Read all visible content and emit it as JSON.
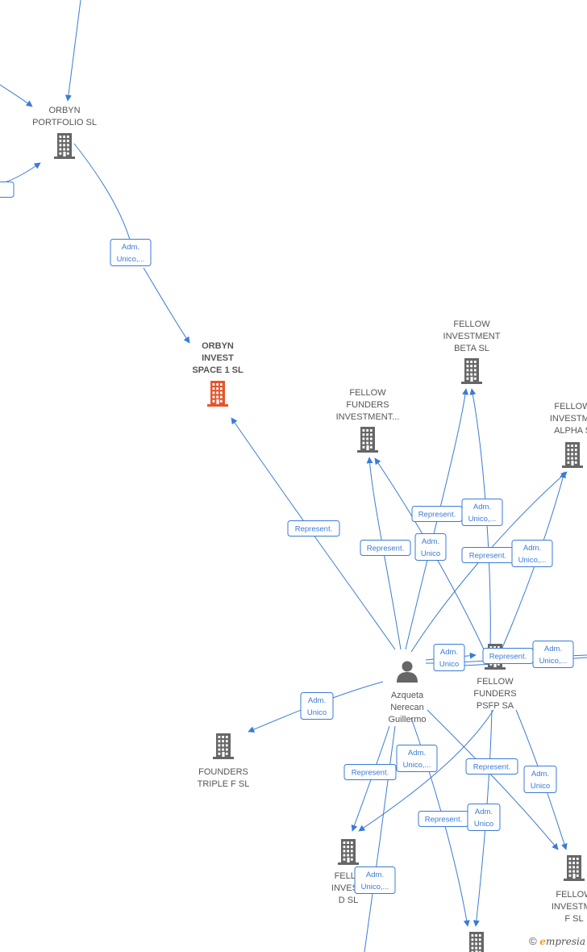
{
  "colors": {
    "edge": "#3a7bd5",
    "company": "#666666",
    "focus": "#e8542a",
    "person": "#666666"
  },
  "nodes": [
    {
      "id": "orbyn_portfolio",
      "lines": [
        "ORBYN",
        "PORTFOLIO  SL"
      ],
      "icon": "building-icon",
      "type": "company"
    },
    {
      "id": "orbyn_invest",
      "lines": [
        "ORBYN",
        "INVEST",
        "SPACE 1  SL"
      ],
      "icon": "building-icon",
      "type": "focus"
    },
    {
      "id": "fellow_beta",
      "lines": [
        "FELLOW",
        "INVESTMENT",
        "BETA  SL"
      ],
      "icon": "building-icon",
      "type": "company"
    },
    {
      "id": "fellow_funders_inv",
      "lines": [
        "FELLOW",
        "FUNDERS",
        "INVESTMENT..."
      ],
      "icon": "building-icon",
      "type": "company"
    },
    {
      "id": "fellow_alpha",
      "lines": [
        "FELLOW",
        "INVESTME",
        "ALPHA  S"
      ],
      "icon": "building-icon",
      "type": "company"
    },
    {
      "id": "person",
      "lines": [
        "Azqueta",
        "Nerecan",
        "Guillermo"
      ],
      "icon": "person-icon",
      "type": "person"
    },
    {
      "id": "fellow_psfp",
      "lines": [
        "FELLOW",
        "FUNDERS",
        "PSFP SA"
      ],
      "icon": "building-icon",
      "type": "company"
    },
    {
      "id": "founders_triple",
      "lines": [
        "FOUNDERS",
        "TRIPLE F  SL"
      ],
      "icon": "building-icon",
      "type": "company"
    },
    {
      "id": "fellow_d",
      "lines": [
        "FELLO",
        "INVESM",
        "D  SL"
      ],
      "icon": "building-icon",
      "type": "company"
    },
    {
      "id": "fellow_f",
      "lines": [
        "FELLOW",
        "INVESTME",
        "F  SL"
      ],
      "icon": "building-icon",
      "type": "company"
    },
    {
      "id": "bottom_company",
      "lines": [],
      "icon": "building-icon",
      "type": "company"
    }
  ],
  "edge_labels": [
    {
      "lines": [
        "Adm.",
        "Unico,..."
      ]
    },
    {
      "lines": [
        "t."
      ]
    },
    {
      "lines": [
        "Represent."
      ]
    },
    {
      "lines": [
        "Represent."
      ]
    },
    {
      "lines": [
        "Adm.",
        "Unico,..."
      ]
    },
    {
      "lines": [
        "Represent."
      ]
    },
    {
      "lines": [
        "Adm.",
        "Unico"
      ]
    },
    {
      "lines": [
        "Represent."
      ]
    },
    {
      "lines": [
        "Adm.",
        "Unico,..."
      ]
    },
    {
      "lines": [
        "Adm.",
        "Unico"
      ]
    },
    {
      "lines": [
        "Represent."
      ]
    },
    {
      "lines": [
        "Adm.",
        "Unico,..."
      ]
    },
    {
      "lines": [
        "Adm.",
        "Unico"
      ]
    },
    {
      "lines": [
        "Represent."
      ]
    },
    {
      "lines": [
        "Adm.",
        "Unico,..."
      ]
    },
    {
      "lines": [
        "Represent."
      ]
    },
    {
      "lines": [
        "Adm.",
        "Unico"
      ]
    },
    {
      "lines": [
        "Represent."
      ]
    },
    {
      "lines": [
        "Adm.",
        "Unico"
      ]
    },
    {
      "lines": [
        "Adm.",
        "Unico,..."
      ]
    }
  ],
  "footer": {
    "symbol": "©",
    "brand_initial": "e",
    "brand_rest": "mpresia"
  }
}
